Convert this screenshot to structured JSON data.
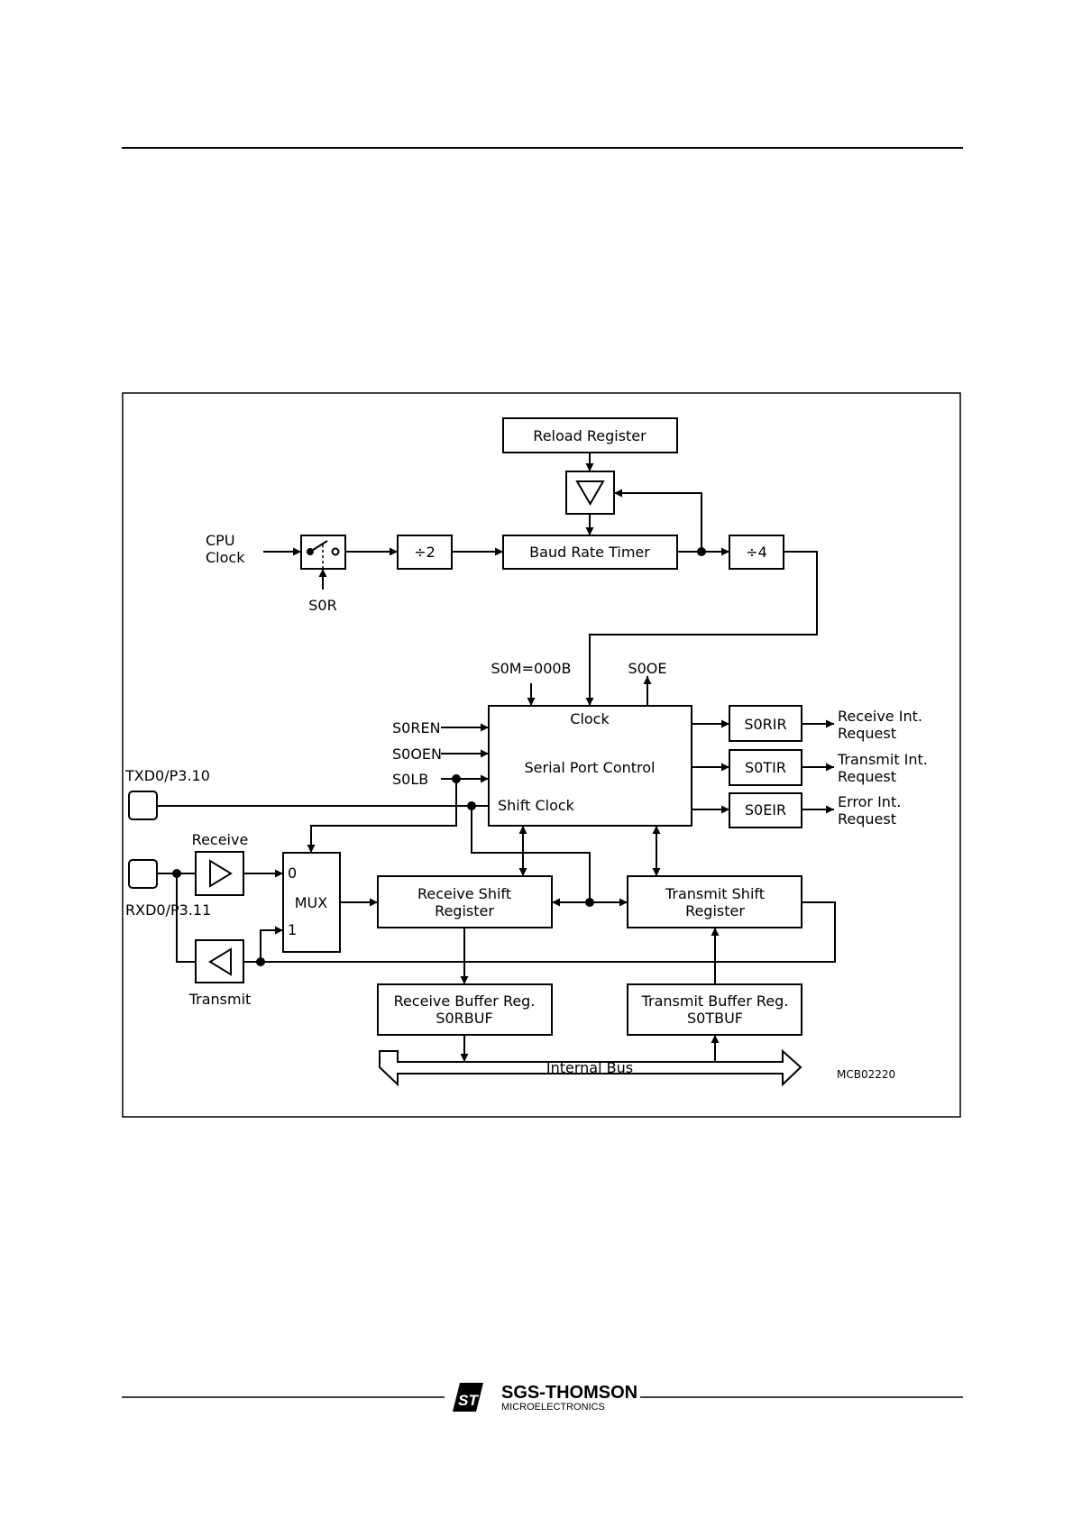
{
  "blocks": {
    "reload_register": "Reload Register",
    "baud_rate_timer": "Baud Rate Timer",
    "div2": "÷2",
    "div4": "÷4",
    "serial_control_clock": "Clock",
    "serial_control_title": "Serial Port Control",
    "serial_control_shift": "Shift Clock",
    "s0rir": "S0RIR",
    "s0tir": "S0TIR",
    "s0eir": "S0EIR",
    "mux": "MUX",
    "mux_in0": "0",
    "mux_in1": "1",
    "rx_shift_l1": "Receive Shift",
    "rx_shift_l2": "Register",
    "tx_shift_l1": "Transmit Shift",
    "tx_shift_l2": "Register",
    "rx_buf_l1": "Receive Buffer Reg.",
    "rx_buf_l2": "S0RBUF",
    "tx_buf_l1": "Transmit Buffer Reg.",
    "tx_buf_l2": "S0TBUF",
    "internal_bus": "Internal Bus"
  },
  "signals": {
    "cpu_clock_l1": "CPU",
    "cpu_clock_l2": "Clock",
    "s0r": "S0R",
    "s0m": "S0M=000B",
    "s0oe": "S0OE",
    "s0ren": "S0REN",
    "s0oen": "S0OEN",
    "s0lb": "S0LB",
    "txd0": "TXD0/P3.10",
    "rxd0": "RXD0/P3.11",
    "receive": "Receive",
    "transmit": "Transmit"
  },
  "outputs": {
    "rx_req_l1": "Receive Int.",
    "rx_req_l2": "Request",
    "tx_req_l1": "Transmit Int.",
    "tx_req_l2": "Request",
    "err_req_l1": "Error Int.",
    "err_req_l2": "Request"
  },
  "figure_code": "MCB02220",
  "logo": {
    "name": "SGS-THOMSON",
    "sub": "MICROELECTRONICS",
    "mark": "ST"
  }
}
